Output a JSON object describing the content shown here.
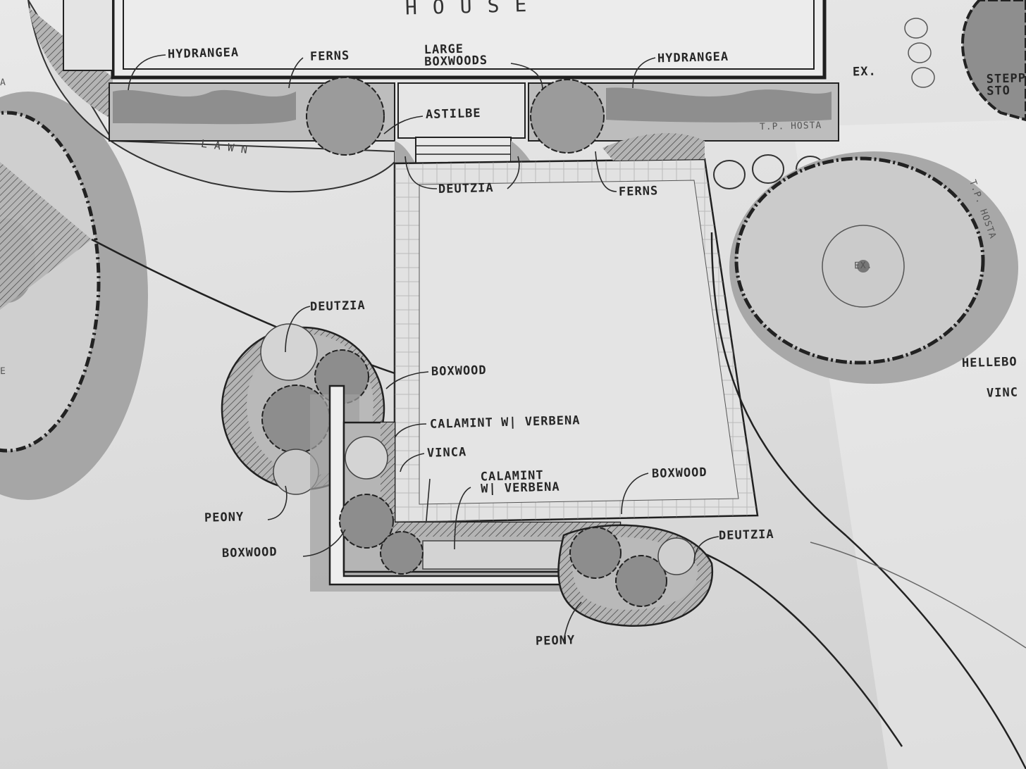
{
  "labels": {
    "house": "HOUSE",
    "hydrangea_left": "HYDRANGEA",
    "ferns_top": "FERNS",
    "large_boxwoods_1": "LARGE",
    "large_boxwoods_2": "BOXWOODS",
    "hydrangea_right": "HYDRANGEA",
    "ex_top": "EX.",
    "stepping_1": "STEPP",
    "stepping_2": "STO",
    "astilbe": "ASTILBE",
    "tp_hosta": "T.P. HOSTA",
    "tp_hosta_right": "T.P. HOSTA",
    "lawn": "LAWN",
    "deutzia_steps": "DEUTZIA",
    "ferns_right": "FERNS",
    "ex_circle": "EX.",
    "hellebore": "HELLEBO",
    "vinca_right": "VINC",
    "deutzia_left": "DEUTZIA",
    "boxwood_upper": "BOXWOOD",
    "calamint_verbena": "CALAMINT W| VERBENA",
    "vinca": "VINCA",
    "calamint_2_line1": "CALAMINT",
    "calamint_2_line2": "W| VERBENA",
    "boxwood_right": "BOXWOOD",
    "peony_left": "PEONY",
    "boxwood_lower": "BOXWOOD",
    "deutzia_right": "DEUTZIA",
    "peony_bottom": "PEONY",
    "edge_a": "A",
    "edge_e": "E"
  },
  "colors": {
    "ink": "#262626",
    "marker_dark": "#8c8c8c",
    "marker_mid": "#a8a8a8",
    "marker_light": "#c2c2c2",
    "paper": "#e4e4e4"
  }
}
